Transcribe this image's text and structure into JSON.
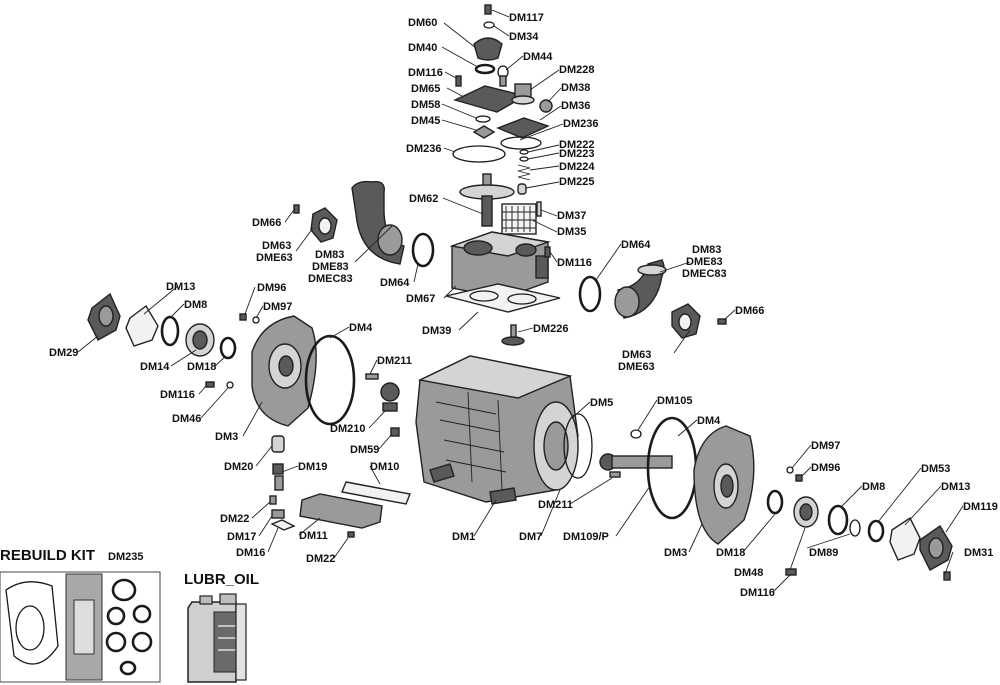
{
  "labels": {
    "DM117": "DM117",
    "DM60": "DM60",
    "DM34": "DM34",
    "DM40": "DM40",
    "DM44": "DM44",
    "DM116_a": "DM116",
    "DM228": "DM228",
    "DM65": "DM65",
    "DM38": "DM38",
    "DM58": "DM58",
    "DM36": "DM36",
    "DM45": "DM45",
    "DM236_a": "DM236",
    "DM236_b": "DM236",
    "DM222": "DM222",
    "DM223": "DM223",
    "DM224": "DM224",
    "DM225": "DM225",
    "DM62": "DM62",
    "DM37": "DM37",
    "DM35": "DM35",
    "DM66_a": "DM66",
    "DM63_a": "DM63",
    "DME63_a": "DME63",
    "DM83_a": "DM83",
    "DME83_a": "DME83",
    "DMEC83_a": "DMEC83",
    "DM64_a": "DM64",
    "DM116_b": "DM116",
    "DM64_b": "DM64",
    "DM83_b": "DM83",
    "DME83_b": "DME83",
    "DMEC83_b": "DMEC83",
    "DM67": "DM67",
    "DM39": "DM39",
    "DM226": "DM226",
    "DM66_b": "DM66",
    "DM63_b": "DM63",
    "DME63_b": "DME63",
    "DM13_a": "DM13",
    "DM96_a": "DM96",
    "DM97_a": "DM97",
    "DM8_a": "DM8",
    "DM29": "DM29",
    "DM14": "DM14",
    "DM18_a": "DM18",
    "DM4_a": "DM4",
    "DM116_c": "DM116",
    "DM46": "DM46",
    "DM211_a": "DM211",
    "DM3_a": "DM3",
    "DM210": "DM210",
    "DM5": "DM5",
    "DM105": "DM105",
    "DM4_b": "DM4",
    "DM59": "DM59",
    "DM20": "DM20",
    "DM19": "DM19",
    "DM10": "DM10",
    "DM97_b": "DM97",
    "DM96_b": "DM96",
    "DM53": "DM53",
    "DM13_b": "DM13",
    "DM8_b": "DM8",
    "DM119": "DM119",
    "DM22_a": "DM22",
    "DM17": "DM17",
    "DM11": "DM11",
    "DM1": "DM1",
    "DM7": "DM7",
    "DM211_b": "DM211",
    "DM109P": "DM109/P",
    "DM16": "DM16",
    "DM22_b": "DM22",
    "DM3_b": "DM3",
    "DM18_b": "DM18",
    "DM89": "DM89",
    "DM31": "DM31",
    "DM48": "DM48",
    "DM116_d": "DM116",
    "DM235": "DM235"
  },
  "kits": {
    "rebuild_kit": "REBUILD KIT",
    "lubr_oil": "LUBR_OIL"
  }
}
